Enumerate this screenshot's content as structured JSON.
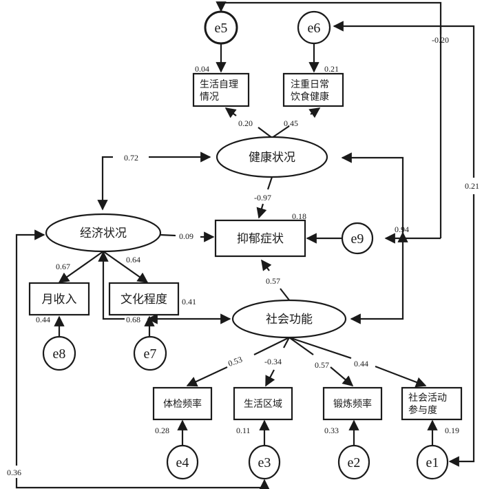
{
  "diagram": {
    "type": "structural-equation-model",
    "latent_variables": [
      {
        "id": "health",
        "label": "健康状况"
      },
      {
        "id": "economy",
        "label": "经济状况"
      },
      {
        "id": "social",
        "label": "社会功能"
      }
    ],
    "observed_variables": [
      {
        "id": "selfcare",
        "label_lines": [
          "生活自理",
          "情况"
        ],
        "r2": "0.04"
      },
      {
        "id": "diet",
        "label_lines": [
          "注重日常",
          "饮食健康"
        ],
        "r2": "0.21"
      },
      {
        "id": "depression",
        "label_lines": [
          "抑郁症状"
        ],
        "r2": "0.18"
      },
      {
        "id": "income",
        "label_lines": [
          "月收入"
        ],
        "r2": "0.44"
      },
      {
        "id": "education",
        "label_lines": [
          "文化程度"
        ],
        "r2": "0.41"
      },
      {
        "id": "checkup",
        "label_lines": [
          "体检频率"
        ],
        "r2": "0.28"
      },
      {
        "id": "region",
        "label_lines": [
          "生活区域"
        ],
        "r2": "0.11"
      },
      {
        "id": "exercise",
        "label_lines": [
          "锻炼频率"
        ],
        "r2": "0.33"
      },
      {
        "id": "activity",
        "label_lines": [
          "社会活动",
          "参与度"
        ],
        "r2": "0.19"
      }
    ],
    "error_terms": [
      "e1",
      "e2",
      "e3",
      "e4",
      "e5",
      "e6",
      "e7",
      "e8",
      "e9"
    ],
    "paths": [
      {
        "from": "health",
        "to": "selfcare",
        "coef": "0.20"
      },
      {
        "from": "health",
        "to": "diet",
        "coef": "0.45"
      },
      {
        "from": "health",
        "to": "depression",
        "coef": "-0.97"
      },
      {
        "from": "economy",
        "to": "depression",
        "coef": "0.09"
      },
      {
        "from": "social",
        "to": "depression",
        "coef": "0.57"
      },
      {
        "from": "economy",
        "to": "income",
        "coef": "0.67"
      },
      {
        "from": "economy",
        "to": "education",
        "coef": "0.64"
      },
      {
        "from": "social",
        "to": "checkup",
        "coef": "0.53"
      },
      {
        "from": "social",
        "to": "region",
        "coef": "-0.34"
      },
      {
        "from": "social",
        "to": "exercise",
        "coef": "0.57"
      },
      {
        "from": "social",
        "to": "activity",
        "coef": "0.44"
      },
      {
        "from": "e9",
        "to": "depression",
        "coef": ""
      }
    ],
    "covariances": [
      {
        "between": [
          "economy",
          "health"
        ],
        "coef": "0.72"
      },
      {
        "between": [
          "economy",
          "social"
        ],
        "coef": "0.68"
      },
      {
        "between": [
          "health",
          "social"
        ],
        "coef": "0.94"
      },
      {
        "between": [
          "e5",
          "e9"
        ],
        "coef": "-0.20"
      },
      {
        "between": [
          "e6",
          "e1"
        ],
        "coef": "0.21"
      },
      {
        "between": [
          "economy",
          "e3"
        ],
        "coef": "0.36"
      }
    ]
  }
}
